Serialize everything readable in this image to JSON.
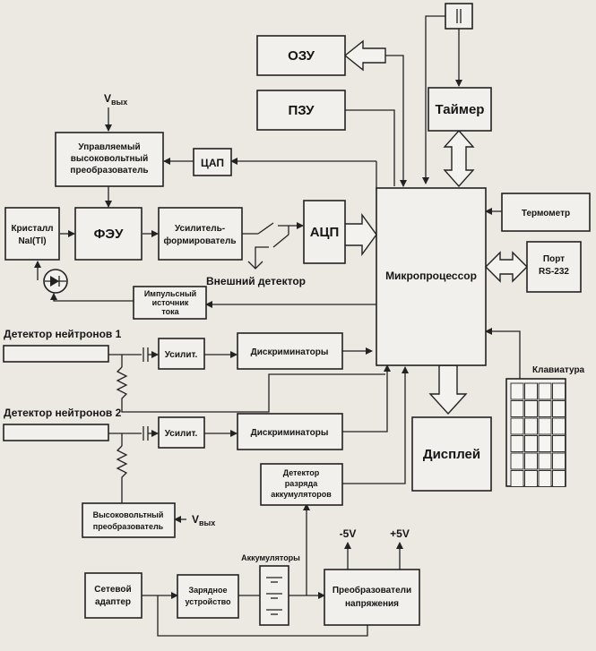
{
  "blocks": {
    "ozu": "ОЗУ",
    "pzu": "ПЗУ",
    "timer": "Таймер",
    "hv_converter": [
      "Управляемый",
      "высоковольтный",
      "преобразователь"
    ],
    "dac": "ЦАП",
    "crystal": [
      "Кристалл",
      "NaI(Tl)"
    ],
    "pmt": "ФЭУ",
    "amp_shaper": [
      "Усилитель-",
      "формирователь"
    ],
    "adc": "АЦП",
    "mcu": "Микропроцессор",
    "thermometer": "Термометр",
    "port": [
      "Порт",
      "RS-232"
    ],
    "pulse_source": [
      "Импульсный",
      "источник",
      "тока"
    ],
    "amp1": "Усилит.",
    "amp2": "Усилит.",
    "discr1": "Дискриминаторы",
    "discr2": "Дискриминаторы",
    "display": "Дисплей",
    "battery_detector": [
      "Детектор",
      "разряда",
      "аккумуляторов"
    ],
    "hv_converter2": [
      "Высоковольтный",
      "преобразователь"
    ],
    "net_adapter": [
      "Сетевой",
      "адаптер"
    ],
    "charger": [
      "Зарядное",
      "устройство"
    ],
    "voltage_converters": [
      "Преобразователи",
      "напряжения"
    ]
  },
  "labels": {
    "v_top": "V",
    "v_top_sub": "вых",
    "v_bottom": "V",
    "v_bottom_sub": "вых",
    "external_detector": "Внешний детектор",
    "neutron1": "Детектор нейтронов 1",
    "neutron2": "Детектор нейтронов 2",
    "keyboard": "Клавиатура",
    "batteries": "Аккумуляторы",
    "minus5": "-5V",
    "plus5": "+5V"
  }
}
